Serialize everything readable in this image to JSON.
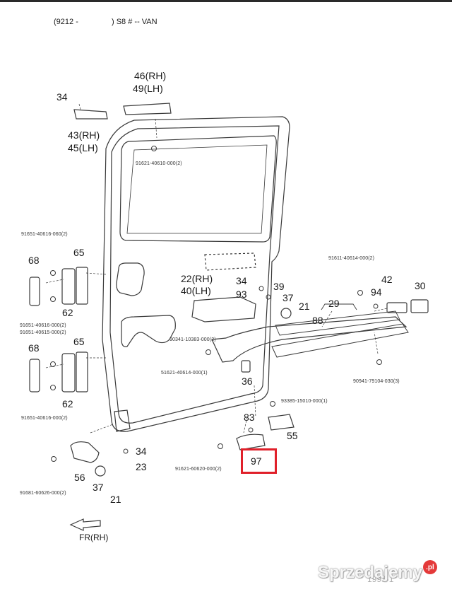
{
  "header": {
    "left": "(9212 -",
    "right": ") S8 # -- VAN"
  },
  "callouts": {
    "c46": "46(RH)",
    "c49": "49(LH)",
    "c34a": "34",
    "c43": "43(RH)",
    "c45": "45(LH)",
    "p91621_40610": "91621-40610-000(2)",
    "p91651_40616a": "91651-40616-060(2)",
    "c68a": "68",
    "c65a": "65",
    "c62a": "62",
    "p91651_40616b": "91651-40616-000(2)",
    "p91651_40615": "91651-40615-000(2)",
    "c68b": "68",
    "c65b": "65",
    "c62b": "62",
    "p91651_40616c": "91651-40616-000(2)",
    "c22": "22(RH)",
    "c40": "40(LH)",
    "c34b": "34",
    "c93": "93",
    "c39": "39",
    "c37a": "37",
    "c21a": "21",
    "p91611_40614": "91611-40614-000(2)",
    "c42": "42",
    "c94": "94",
    "c30": "30",
    "c29": "29",
    "c88": "88",
    "p90341_10383": "90341-10383-000(2)",
    "p51621_40614": "51621-40614-000(1)",
    "c36": "36",
    "p90941_79104": "90941-79104-030(3)",
    "p93385_15010": "93385-15010-000(1)",
    "c83": "83",
    "c55": "55",
    "c97": "97",
    "p91621_60620": "91621-60620-000(2)",
    "c34c": "34",
    "c23": "23",
    "c56": "56",
    "c37b": "37",
    "c21b": "21",
    "p91681_60626": "91681-60626-000(2)",
    "fr_rh": "FR(RH)"
  },
  "watermark": {
    "brand": "Sprzedajemy",
    "badge": ".pl",
    "faded": "1993-1"
  },
  "highlight_color": "#e0202a"
}
